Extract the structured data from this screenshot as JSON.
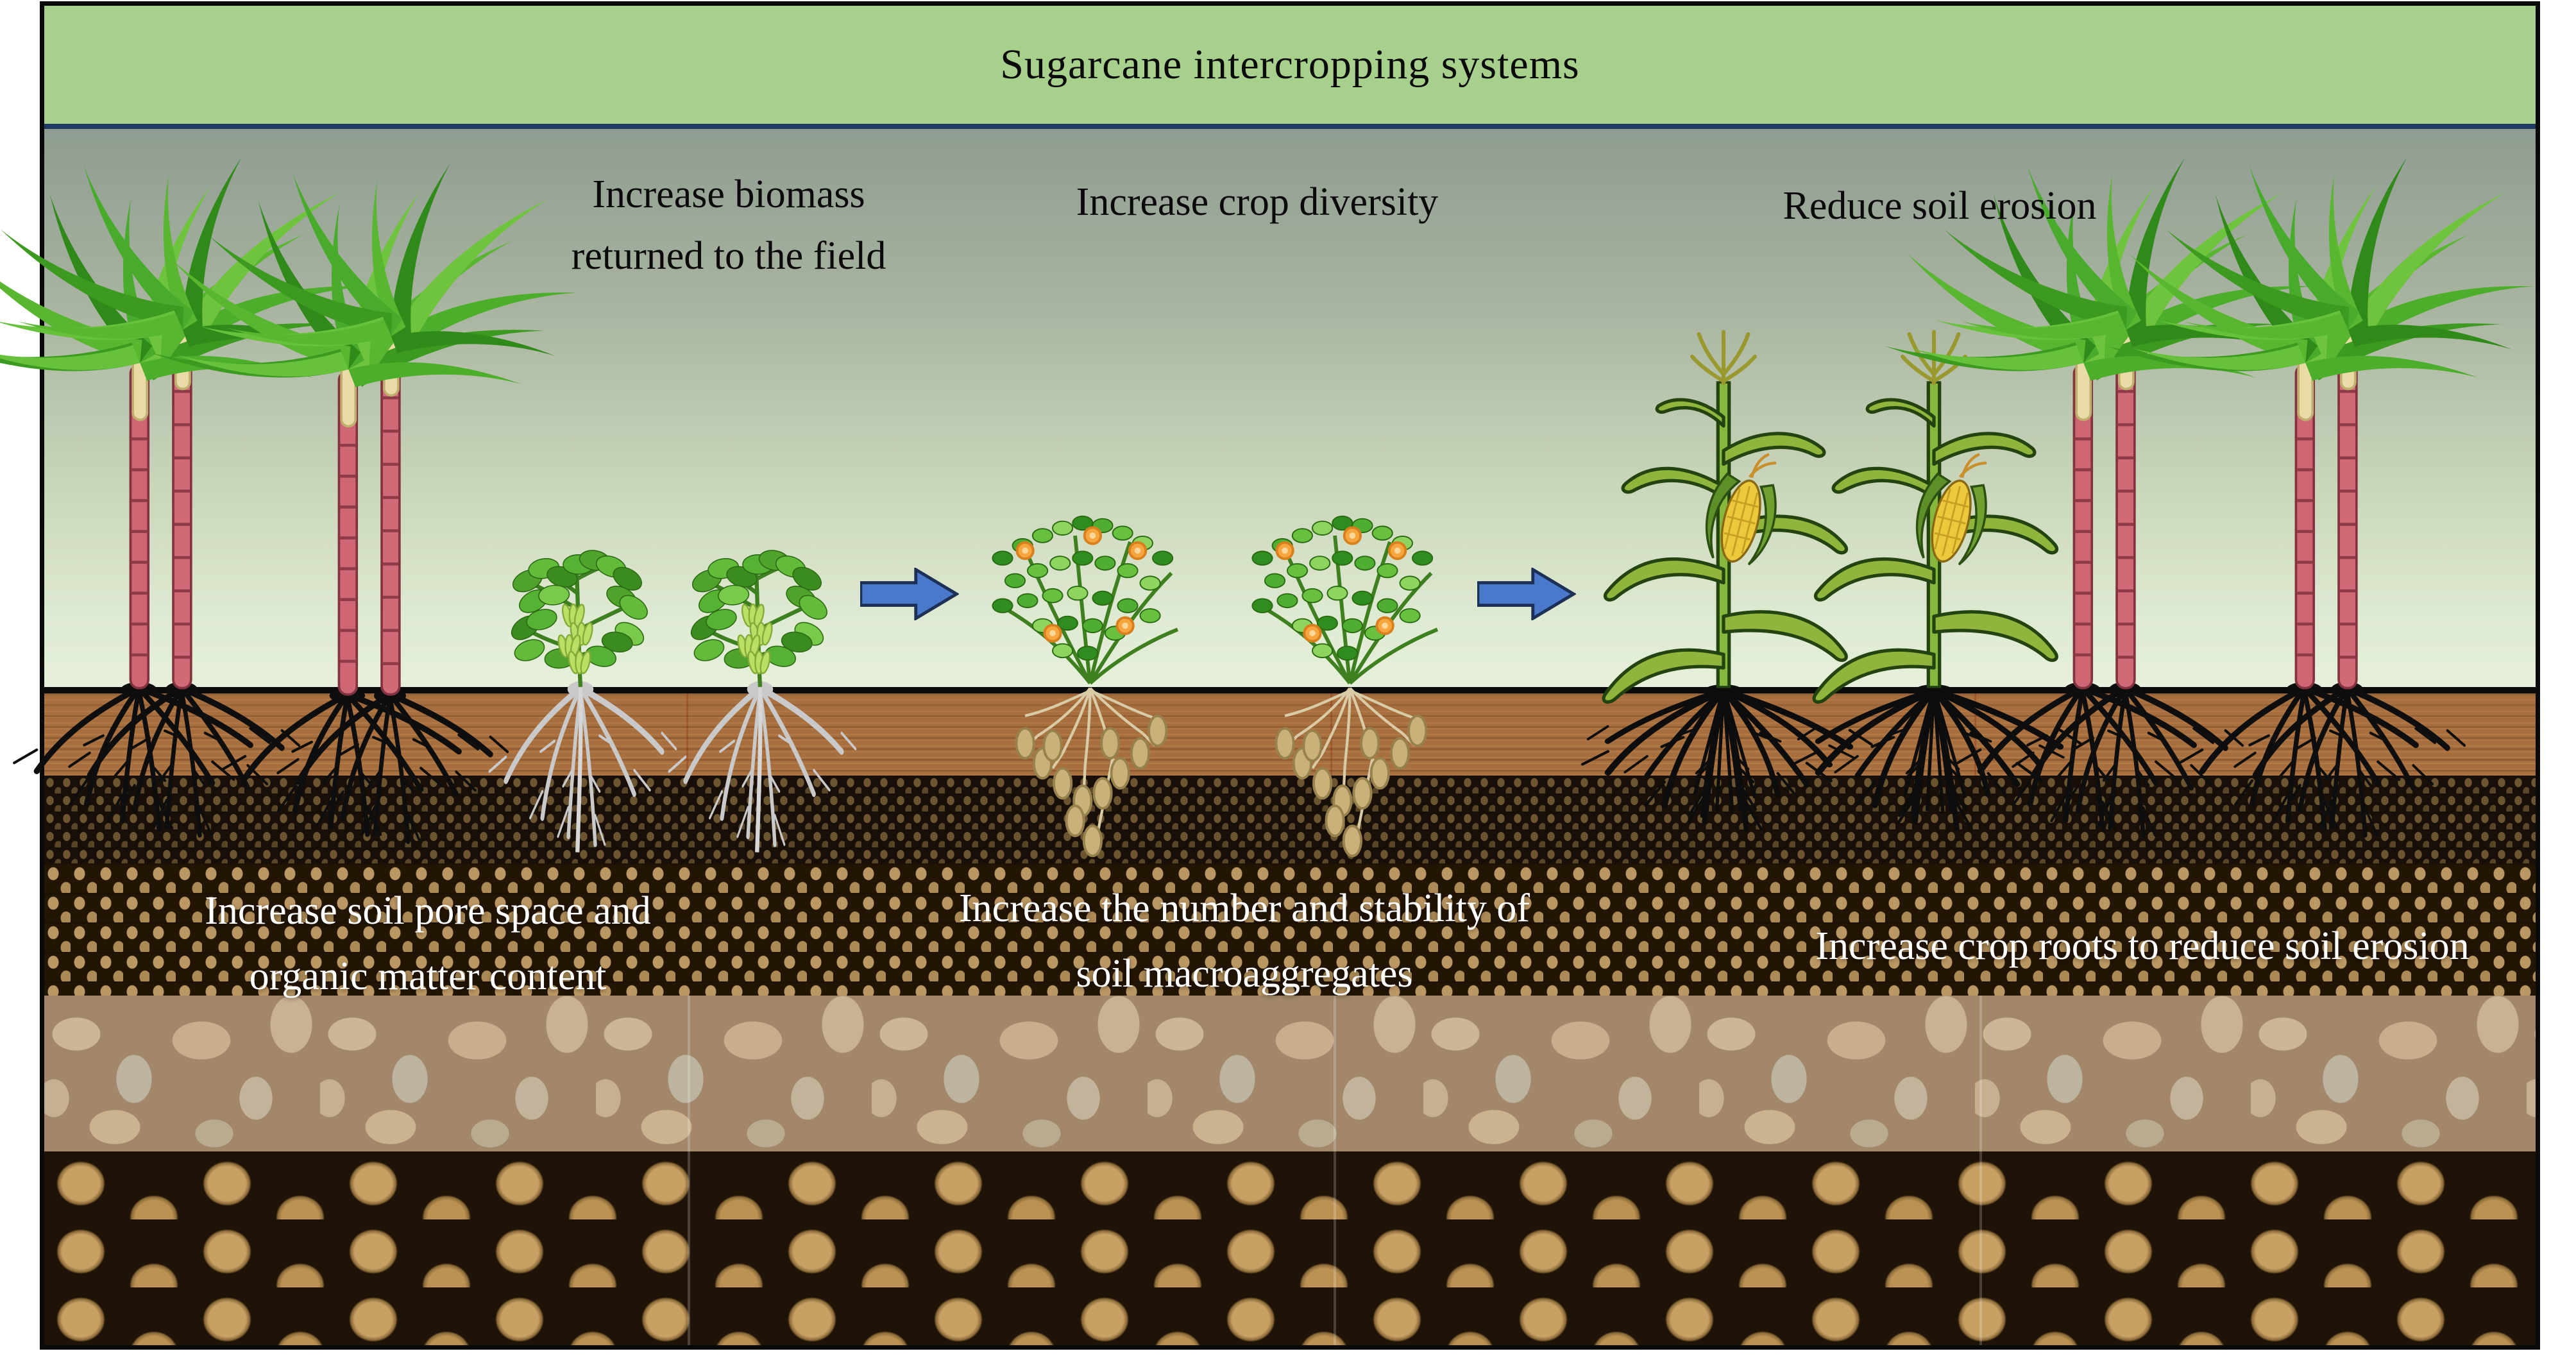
{
  "figure": {
    "title": "Sugarcane intercropping systems",
    "above_ground_labels": [
      {
        "name": "increase-biomass",
        "lines": [
          "Increase biomass",
          "returned to the field"
        ]
      },
      {
        "name": "increase-crop-diversity",
        "lines": [
          "Increase crop diversity"
        ]
      },
      {
        "name": "reduce-soil-erosion",
        "lines": [
          "Reduce soil erosion"
        ]
      }
    ],
    "below_ground_labels": [
      {
        "name": "soil-pore-space",
        "lines": [
          "Increase soil pore space and",
          "organic matter content"
        ]
      },
      {
        "name": "soil-macroaggregates",
        "lines": [
          "Increase the number and stability of",
          "soil macroaggregates"
        ]
      },
      {
        "name": "crop-roots-erosion",
        "lines": [
          "Increase crop roots to reduce soil erosion"
        ]
      }
    ],
    "plants": [
      {
        "name": "sugarcane",
        "position": "far-left",
        "count": 2
      },
      {
        "name": "soybean",
        "position": "left",
        "count": 2
      },
      {
        "name": "peanut",
        "position": "center",
        "count": 2
      },
      {
        "name": "maize",
        "position": "right",
        "count": 2
      },
      {
        "name": "sugarcane",
        "position": "far-right",
        "count": 2
      }
    ],
    "icons": [
      {
        "name": "flow-arrow-right",
        "count": 2
      }
    ],
    "soil_layers": [
      "topsoil",
      "dark-aggregate-layer",
      "fine-aggregate-layer",
      "stone-fragment-layer",
      "cobble-layer"
    ],
    "colors": {
      "title_bg": "#a8d08d",
      "title_rule": "#1f3864",
      "frame_border": "#0a0a0a",
      "arrow_fill": "#4a79cc",
      "arrow_outline": "#1d3156",
      "sky_top": "#8f9c91",
      "sky_bottom": "#e6f0da",
      "topsoil": "#a86f3e",
      "dark_aggregate": "#594626",
      "fine_aggregate": "#bb9763",
      "stone_fragment": "#a2876a",
      "cobble": "#c7a064",
      "soil_text": "#ffffff",
      "label_text": "#0a0a0a"
    }
  }
}
